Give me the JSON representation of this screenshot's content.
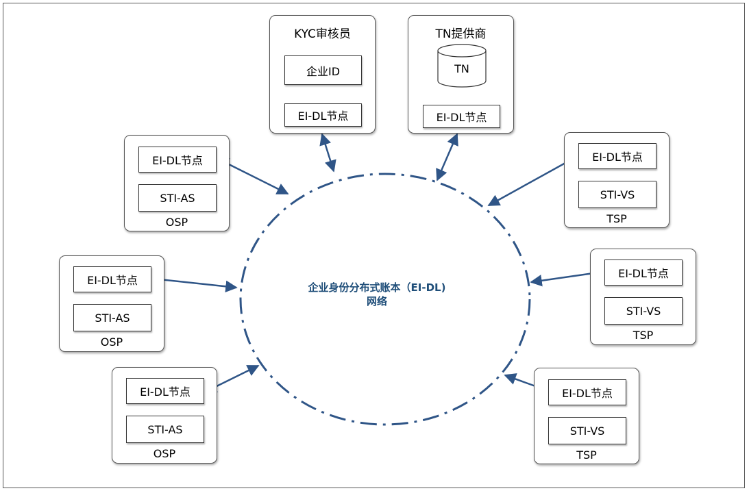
{
  "network": {
    "title_line1": "企业身份分布式账本（EI-DL)",
    "title_line2": "网络",
    "line_color": "#2f5587"
  },
  "kyc": {
    "title": "KYC审核员",
    "id_label": "企业ID",
    "node_label": "EI-DL节点"
  },
  "tn": {
    "title": "TN提供商",
    "db_label": "TN",
    "node_label": "EI-DL节点"
  },
  "osp": [
    {
      "node_label": "EI-DL节点",
      "service_label": "STI-AS",
      "caption": "OSP"
    },
    {
      "node_label": "EI-DL节点",
      "service_label": "STI-AS",
      "caption": "OSP"
    },
    {
      "node_label": "EI-DL节点",
      "service_label": "STI-AS",
      "caption": "OSP"
    }
  ],
  "tsp": [
    {
      "node_label": "EI-DL节点",
      "service_label": "STI-VS",
      "caption": "TSP"
    },
    {
      "node_label": "EI-DL节点",
      "service_label": "STI-VS",
      "caption": "TSP"
    },
    {
      "node_label": "EI-DL节点",
      "service_label": "STI-VS",
      "caption": "TSP"
    }
  ]
}
